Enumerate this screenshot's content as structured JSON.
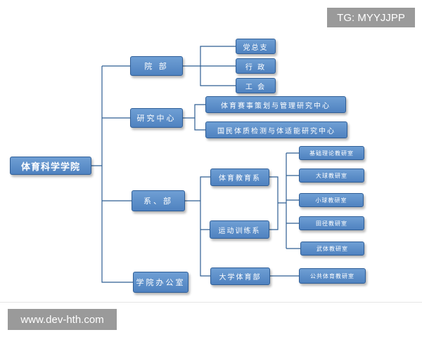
{
  "watermarks": {
    "top": "TG: MYYJJPP",
    "bottom": "www.dev-hth.com"
  },
  "org_chart": {
    "root": "体育科学学院",
    "departments": {
      "yuanbu": "院 部",
      "yanjiu": "研究中心",
      "xibu": "系、部",
      "bangongshi": "学院办公室"
    },
    "yuanbu_children": [
      "党总支",
      "行 政",
      "工 会"
    ],
    "yanjiu_children": [
      "体育赛事策划与管理研究中心",
      "国民体质检测与体适能研究中心"
    ],
    "xibu_children": {
      "tiyu_jiaoyu": "体育教育系",
      "yundong_xunlian": "运动训练系",
      "daxue_tiyu": "大学体育部"
    },
    "jiaoyanshi": [
      "基础理论教研室",
      "大球教研室",
      "小球教研室",
      "田径教研室",
      "武体教研室"
    ],
    "daxue_tiyu_child": "公共体育教研室"
  }
}
